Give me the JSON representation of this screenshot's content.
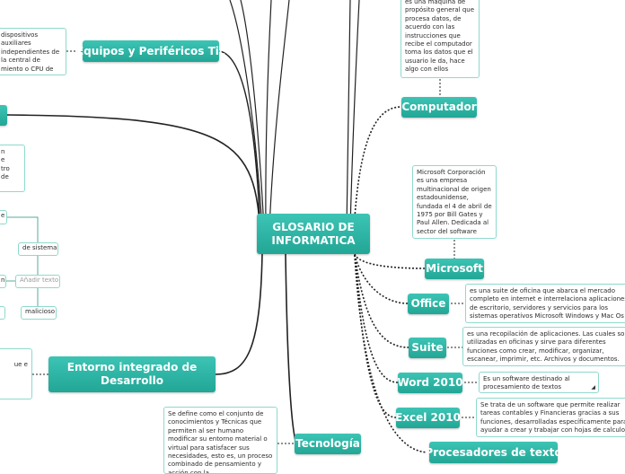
{
  "central": {
    "title": "GLOSARIO DE INFORMATICA"
  },
  "topics": {
    "equipos": "Equipos y Periféricos Tic",
    "entorno": "Entorno integrado de Desarrollo",
    "computador": "Computador",
    "microsoft": "Microsoft",
    "office": "Office",
    "suite": "Suite",
    "word": "Word 2010",
    "excel": "Excel 2010",
    "procesadores": "Procesadores de texto",
    "tecnologia": "Tecnología"
  },
  "notes": {
    "equipos": "dispositivos auxiliares independientes de la central de miento o CPU de un r.",
    "left_mid": "n e tro de",
    "entorno": "ue e",
    "computador": "es una máquina de propósito general que procesa datos, de acuerdo con las instrucciones que recibe el computador toma los datos que el usuario le da, hace algo con ellos",
    "microsoft": "Microsoft Corporación es una empresa multinacional de origen estadounidense, fundada el 4 de abril de 1975 por Bill Gates y Paul Allen. Dedicada al sector del software",
    "office": "es una suite de oficina que abarca el mercado completo en internet e interrelaciona aplicaciones de escritorio, servidores y servicios para los sistemas operativos Microsoft Windows y Mac Os X",
    "suite": "es una recopilación de aplicaciones. Las cuales son utilizadas en oficinas y sirve para diferentes funciones como crear, modificar, organizar, escanear, imprimir, etc. Archivos y documentos.",
    "word": "Es un software destinado al procesamiento de textos",
    "excel": "Se trata de un software que permite realizar tareas contables y Financieras gracias a sus funciones, desarrolladas específicamente para ayudar a crear y trabajar con hojas de calculo",
    "tecnologia": "Se define como el conjunto de conocimientos y Técnicas que permiten al ser humano modificar su entorno material o virtual para satisfacer sus necesidades, esto es, un proceso combinado de pensamiento y acción con la"
  },
  "chips": {
    "top_left": "e",
    "sistema": "de sistema",
    "add_text": "Añadir texto",
    "left_n": "n",
    "malicioso": "malicioso"
  }
}
